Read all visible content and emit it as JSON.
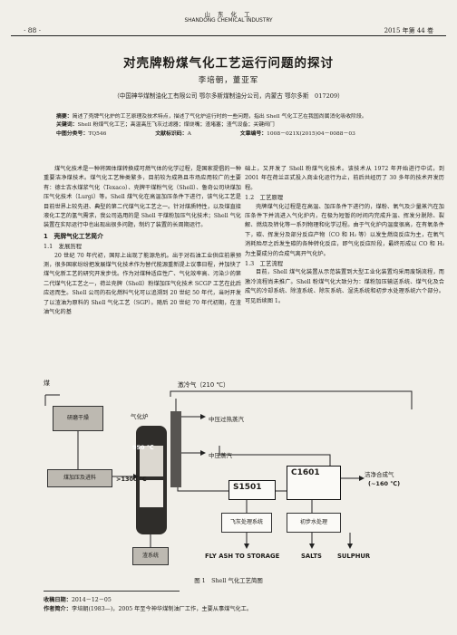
{
  "header": {
    "page_number": "· 88 ·",
    "journal_cn": "山 东 化 工",
    "journal_en": "SHANDONG CHEMICAL INDUSTRY",
    "issue": "2015 年第 44 卷"
  },
  "title": "对壳牌粉煤气化工艺运行问题的探讨",
  "authors": "李培朝，董亚军",
  "affiliation": "（中国神华煤制油化工有限公司 鄂尔多斯煤制油分公司，内蒙古 鄂尔多斯　017209）",
  "abstract": {
    "label": "摘要：",
    "text": "简述了壳牌气化炉的工艺原理及技术特点，描述了气化炉运行时的一些问题，指出 Shell 气化工艺在我国尚属消化吸收阶段。"
  },
  "keywords": {
    "label": "关键词：",
    "text": "Shell 粉煤气化工艺；高温高压飞灰过滤器；煤烧嘴；渣堵塞；渣气设备；关键阀门"
  },
  "classification": {
    "clc_label": "中图分类号：",
    "clc": "TQ546",
    "doc_label": "文献标识码：",
    "doc": "A",
    "article_label": "文章编号：",
    "article": "1008－021X(2015)04－0088－03"
  },
  "body_left": [
    {
      "type": "p",
      "text": "煤气化技术是一种将固体煤转换成可燃气体的化学过程，是国家提倡的一种重要洁净煤技术。煤气化工艺种类繁多，目前较为成熟且市场应用较广的主要有：德士古水煤浆气化（Texaco）、壳牌干煤粉气化（Shell）、鲁奇公司块煤加压气化技术（Lurgi）等。Shell 煤气化在高温加压条件下进行，该气化工艺是目前世界上较先进、典型的第二代煤气化工艺之一。针对煤质特性，以及煤直接液化工艺的氢气需求，我公司选用的是 Shell 干煤粉加压气化技术；Shell 气化装置在实际运行中也出现出很多问题，制约了装置的长周期运行。"
    },
    {
      "type": "h1",
      "text": "1　壳牌气化工艺简介"
    },
    {
      "type": "h2",
      "text": "1.1　发展历程"
    },
    {
      "type": "p",
      "text": "20 世纪 70 年代初，国际上出现了能源危机。出于对石油工业供应前景预测，很多国家纷纷把发展煤气化技术作为替代能源重新提上议事日程，并加快了煤气化新工艺的研究开发步伐。作为对煤种适应性广、气化效率高、污染少的第二代煤气化工艺之一，荷兰壳牌（Shell）粉煤加压气化技术 SCGP 工艺在此后应运而生。Shell 公司的石化燃料气化可以追溯到 20 世纪 50 年代，当时开发了以渣油为原料的 Shell 气化工艺（SGP）。随后 20 世纪 70 年代初期，在渣油气化的基"
    }
  ],
  "body_right": [
    {
      "type": "p0",
      "text": "础上，又开发了 Shell 粉煤气化技术。该技术从 1972 年开始进行中试，到 2001 年在荷兰正式投入商业化运行为止，前后共经历了 30 多年的技术开发历程。"
    },
    {
      "type": "h2",
      "text": "1.2　工艺原理"
    },
    {
      "type": "p",
      "text": "壳牌煤气化过程是在高温、加压条件下进行的，煤粉、氧气及少量蒸汽在加压条件下并流进入气化炉内，在极为短暂的时间内完成升温、挥发分脱除、裂解、燃烧及转化等一系列物理和化学过程。由于气化炉内温度很高，在有氧条件下，碳、挥发分及部分反应产物（CO 和 H₂ 等）以发生燃烧反应为主，在氧气消耗殆尽之后发生碳的各种转化反应，即气化反应阶段，最终形成以 CO 和 H₂ 为主要成分的合成气离开气化炉。"
    },
    {
      "type": "h2",
      "text": "1.3　工艺流程"
    },
    {
      "type": "p",
      "text": "目前，Shell 煤气化装置从示范装置到大型工业化装置均采用废锅流程，而激冷流程尚未推广。Shell 粉煤气化大致分为：煤粉加压输送系统、煤气化及合成气的冷却系统、除渣系统、除灰系统、湿洗系统和初步水处理系统六个部分。可见后续图 1。"
    }
  ],
  "figure": {
    "top_label": "激冷气（210 ℃）",
    "coal_label": "煤",
    "dry_label": "研磨干燥",
    "feed_label": "煤加压及进料",
    "gasifier_label": "气化炉",
    "temp_950": "950 ℃",
    "temp_1300": ">1300 ℃",
    "hp_steam": "中压过热蒸汽",
    "mp_steam": "中压蒸汽",
    "s1501": "S1501",
    "c1601": "C1601",
    "syngas": "洁净合成气",
    "syngas_temp": "(~160 ℃)",
    "fly_ash_label": "飞灰处理系统",
    "water_label": "初步水处理",
    "slag_label": "渣系统",
    "bottom_labels": [
      "FLY ASH TO STORAGE",
      "SALTS",
      "SULPHUR"
    ]
  },
  "caption": "图 1　Shell 气化工艺简图",
  "footnotes": {
    "received_label": "收稿日期：",
    "received": "2014－12－05",
    "author_label": "作者简介：",
    "author": "李培朝(1983—)，2005 年至今神华煤制油厂工作，主要从事煤气化工。"
  }
}
